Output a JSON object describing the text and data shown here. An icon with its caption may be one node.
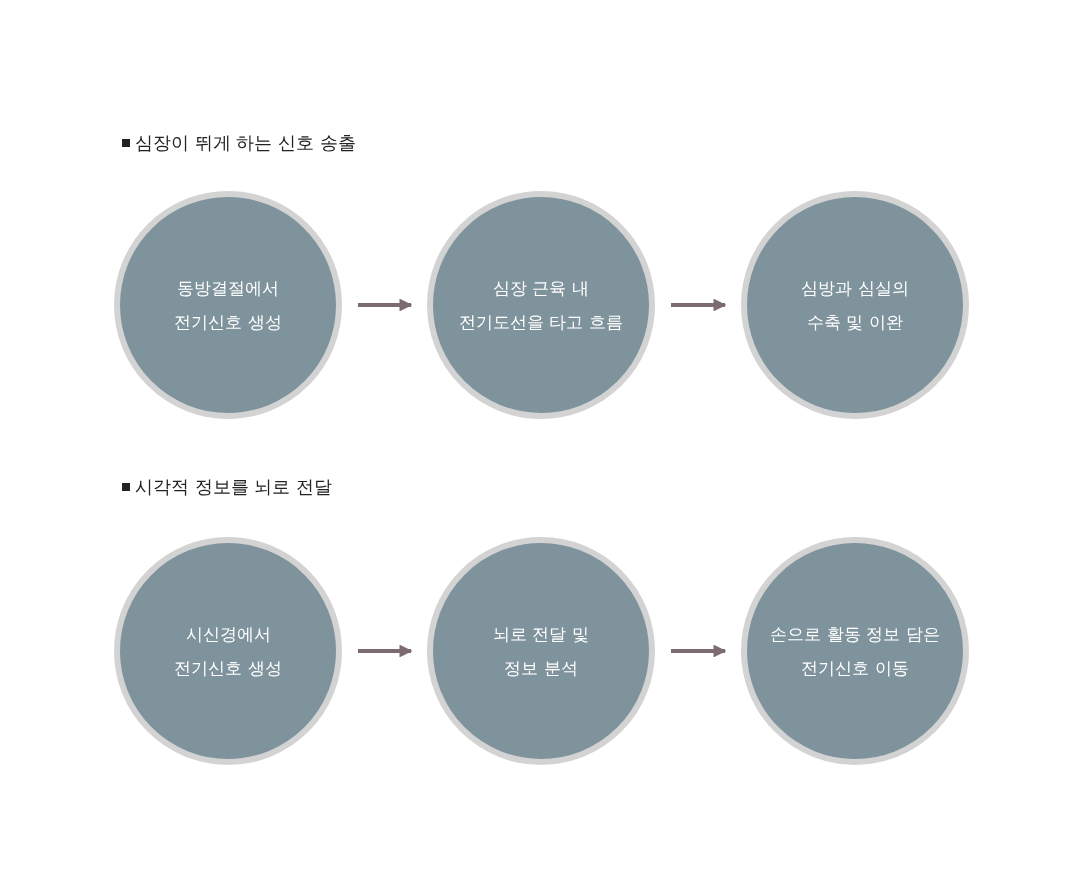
{
  "diagram": {
    "nodes": [
      {
        "text": [
          "동방결절에서 전기신호 생성"
        ]
      },
      {
        "text": [
          "심장 근육 내 전기도선을 타고 흐름"
        ]
      },
      {
        "text": [
          "심방과 심실의 수축 및 이완"
        ]
      },
      {
        "text": [
          "시신경에서 전기신호 생성"
        ]
      },
      {
        "text": [
          "뇌로 전달 및 정보 분석"
        ]
      },
      {
        "text": [
          "손으로 활동 정보 담은 전기신호 이동"
        ]
      }
    ],
    "edges": [
      {
        "from": 0,
        "to": 1,
        "arrow": "to"
      },
      {
        "from": 1,
        "to": 2,
        "arrow": "to"
      },
      {
        "from": 3,
        "to": 4,
        "arrow": "to"
      },
      {
        "from": 4,
        "to": 5,
        "arrow": "to"
      }
    ],
    "labels": [
      "심장이 뛰게 하는 신호 송출",
      "시각적 정보를 뇌로 전달"
    ]
  }
}
